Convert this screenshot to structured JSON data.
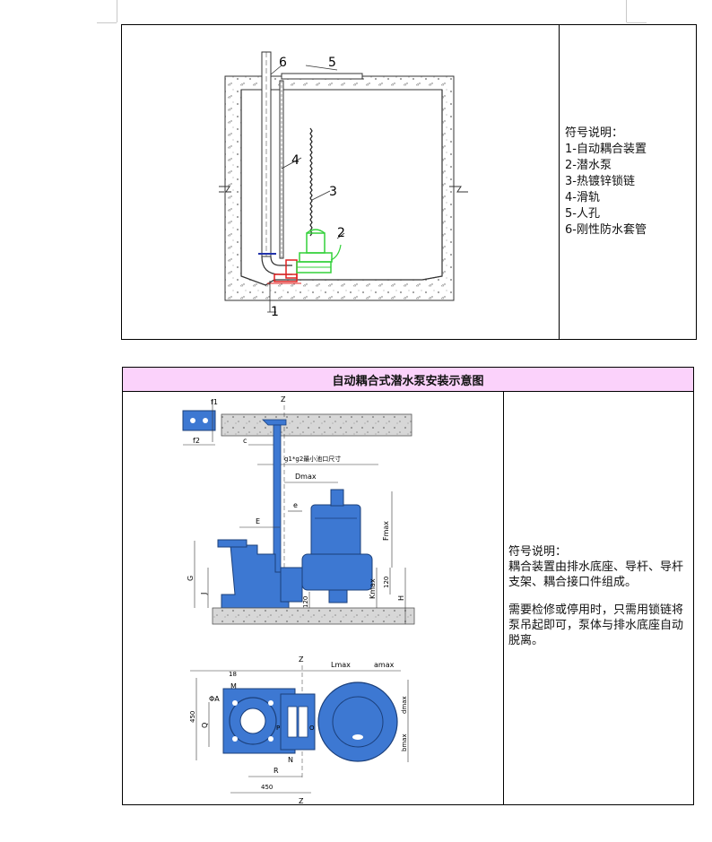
{
  "diagram1": {
    "callouts": [
      "1",
      "2",
      "3",
      "4",
      "5",
      "6"
    ],
    "legend_title": "符号说明：",
    "legend_items": [
      "1-自动耦合装置",
      "2-潜水泵",
      "3-热镀锌锁链",
      "4-滑轨",
      "5-人孔",
      "6-刚性防水套管"
    ]
  },
  "diagram2": {
    "title": "自动耦合式潜水泵安装示意图",
    "side_view_labels": {
      "f1": "f1",
      "f2": "f2",
      "z": "Z",
      "c": "c",
      "g1g2": "g1*g2最小池口尺寸",
      "dmax": "Dmax",
      "e": "e",
      "e_big": "E",
      "fmax": "Fmax",
      "g": "G",
      "j": "J",
      "kmax": "Kmax",
      "d120a": "120",
      "d120b": "120",
      "h": "H"
    },
    "plan_view_labels": {
      "d18": "18",
      "m": "M",
      "phia": "ΦA",
      "q": "Q",
      "d450a": "450",
      "n": "N",
      "r": "R",
      "d450b": "450",
      "z_top": "Z",
      "z_bottom": "Z",
      "lmax": "Lmax",
      "amax": "amax",
      "dmax": "dmax",
      "bmax": "bmax",
      "p": "P",
      "o": "O"
    },
    "desc_title": "符号说明：",
    "desc_p1": "耦合装置由排水底座、导杆、导杆支架、耦合接口件组成。",
    "desc_p2": "需要检修或停用时，只需用锁链将泵吊起即可，泵体与排水底座自动脱离。"
  },
  "colors": {
    "header_bg": "#fbd2fb",
    "pump_blue": "#3d78d2",
    "pump_green": "#33d13a",
    "pipe_red": "#e02020"
  }
}
